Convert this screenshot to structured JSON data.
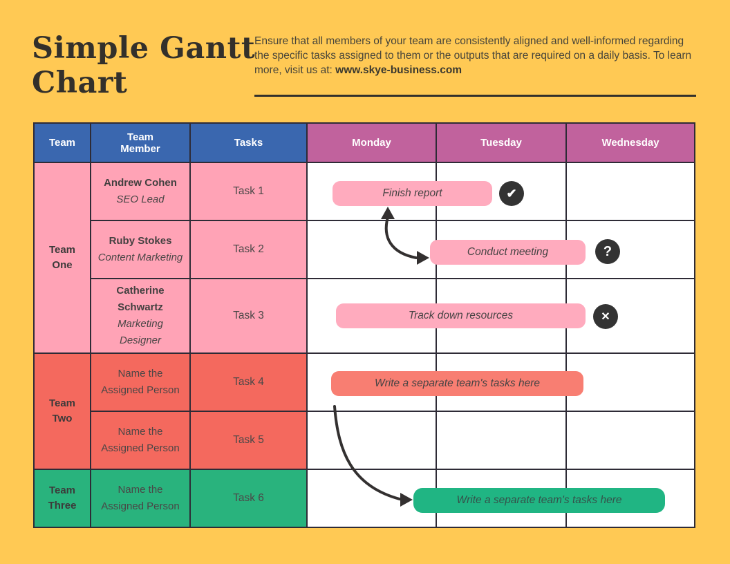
{
  "page": {
    "title": "Simple Gantt Chart",
    "description": "Ensure that all members of your team are consistently aligned and well-informed regarding the specific tasks assigned to them or the outputs that are required on a daily basis. To learn more, visit us at: ",
    "website": "www.skye-business.com"
  },
  "colors": {
    "background": "#FFC954",
    "header_blue": "#3A67AF",
    "header_magenta": "#C1629D",
    "team_one_pink": "#FFA3B6",
    "team_two_coral": "#F4695E",
    "team_three_green": "#29B37D",
    "bar_pink": "#FFABBE",
    "bar_coral": "#F87E72",
    "bar_green": "#20B583",
    "dark": "#333333"
  },
  "table": {
    "headers": [
      "Team",
      "Team\nMember",
      "Tasks",
      "Monday",
      "Tuesday",
      "Wednesday"
    ],
    "teams": [
      {
        "name": "Team\nOne"
      },
      {
        "name": "Team\nTwo"
      },
      {
        "name": "Team\nThree"
      }
    ],
    "rows": [
      {
        "member": "Andrew Cohen",
        "role": "SEO Lead",
        "task": "Task 1"
      },
      {
        "member": "Ruby Stokes",
        "role": "Content Marketing",
        "task": "Task 2"
      },
      {
        "member": "Catherine Schwartz",
        "role": "Marketing Designer",
        "task": "Task 3"
      },
      {
        "member": "Name the Assigned Person",
        "task": "Task 4"
      },
      {
        "member": "Name the Assigned Person",
        "task": "Task 5"
      },
      {
        "member": "Name the Assigned Person",
        "task": "Task 6"
      }
    ]
  },
  "bars": [
    {
      "label": "Finish report"
    },
    {
      "label": "Conduct meeting"
    },
    {
      "label": "Track down resources"
    },
    {
      "label": "Write a separate team's tasks here"
    },
    {
      "label": "Write a separate team's tasks here"
    }
  ],
  "status_icons": {
    "check": "✔",
    "question": "?",
    "x": "✕"
  },
  "chart_data": {
    "type": "table",
    "subtype": "gantt",
    "title": "Simple Gantt Chart",
    "day_columns": [
      "Monday",
      "Tuesday",
      "Wednesday"
    ],
    "tasks": [
      {
        "team": "Team One",
        "member": "Andrew Cohen",
        "role": "SEO Lead",
        "task": "Task 1",
        "bar_label": "Finish report",
        "start": "Monday",
        "end": "Tuesday",
        "status": "done"
      },
      {
        "team": "Team One",
        "member": "Ruby Stokes",
        "role": "Content Marketing",
        "task": "Task 2",
        "bar_label": "Conduct meeting",
        "start": "Tuesday",
        "end": "Wednesday",
        "status": "question"
      },
      {
        "team": "Team One",
        "member": "Catherine Schwartz",
        "role": "Marketing Designer",
        "task": "Task 3",
        "bar_label": "Track down resources",
        "start": "Monday",
        "end": "Tuesday",
        "status": "cancelled"
      },
      {
        "team": "Team Two",
        "member": "Name the Assigned Person",
        "role": "",
        "task": "Task 4",
        "bar_label": "Write a separate team's tasks here",
        "start": "Monday",
        "end": "Tuesday",
        "status": ""
      },
      {
        "team": "Team Two",
        "member": "Name the Assigned Person",
        "role": "",
        "task": "Task 5",
        "bar_label": "",
        "start": "",
        "end": "",
        "status": ""
      },
      {
        "team": "Team Three",
        "member": "Name the Assigned Person",
        "role": "",
        "task": "Task 6",
        "bar_label": "Write a separate team's tasks here",
        "start": "Monday",
        "end": "Wednesday",
        "status": ""
      }
    ],
    "dependencies": [
      {
        "from": "Task 1",
        "to": "Task 2"
      },
      {
        "from": "Task 4",
        "to": "Task 6"
      }
    ]
  }
}
